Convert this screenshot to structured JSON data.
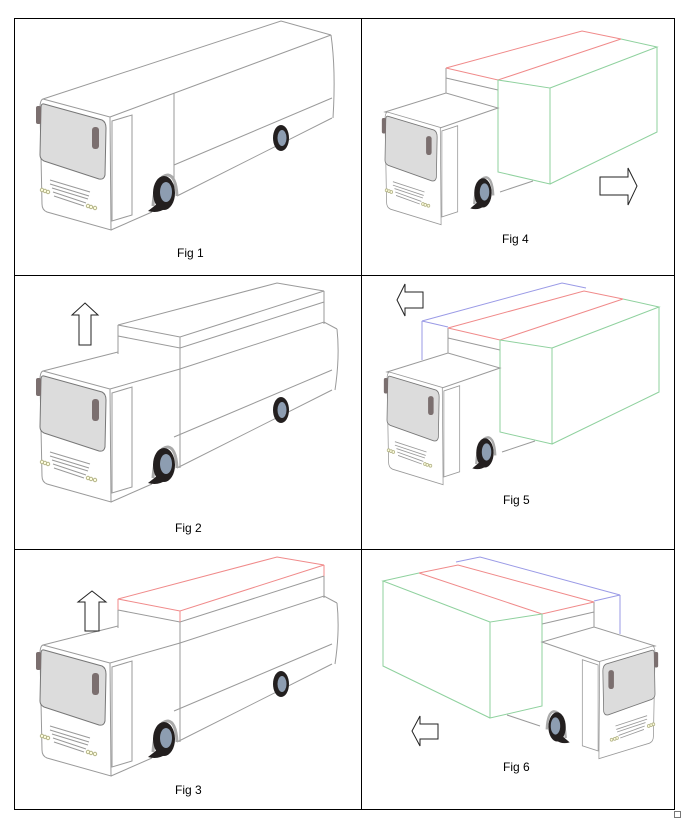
{
  "figures": [
    {
      "caption": "Fig 1"
    },
    {
      "caption": "Fig 2"
    },
    {
      "caption": "Fig 3"
    },
    {
      "caption": "Fig 4"
    },
    {
      "caption": "Fig 5"
    },
    {
      "caption": "Fig 6"
    }
  ],
  "colors": {
    "outline": "#9a9a9a",
    "red_section": "#f08a8a",
    "green_box": "#8fd19e",
    "blue_section": "#9a9ae6",
    "windshield": "#dcdcdc",
    "mirror": "#7b6f6f",
    "tire": "#231f1f",
    "hubcap": "#8d9db1"
  }
}
